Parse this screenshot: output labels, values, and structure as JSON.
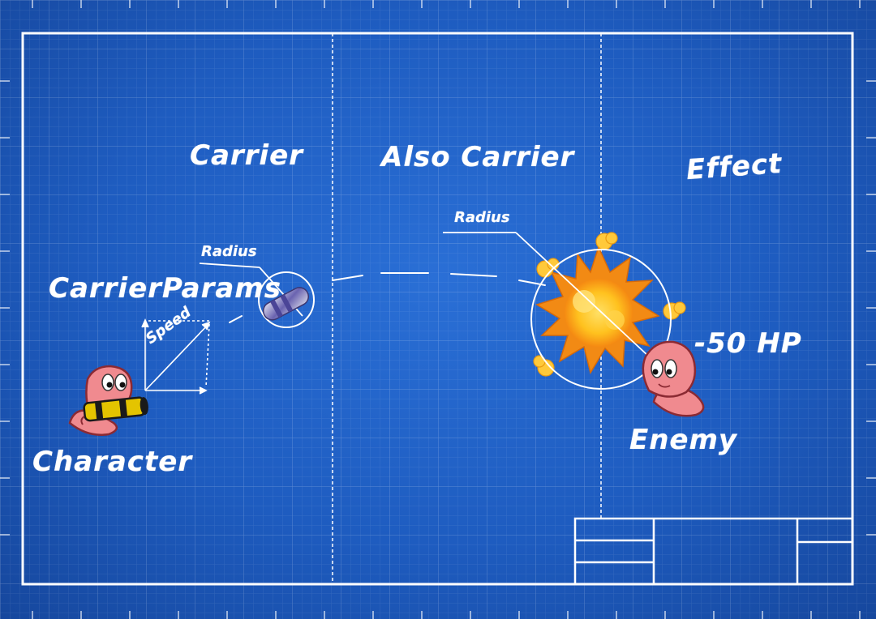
{
  "sections": {
    "carrier": "Carrier",
    "also_carrier": "Also Carrier",
    "effect": "Effect"
  },
  "labels": {
    "carrier_params": "CarrierParams",
    "radius_projectile": "Radius",
    "radius_explosion": "Radius",
    "speed": "Speed",
    "character": "Character",
    "enemy": "Enemy",
    "damage": "-50 HP"
  },
  "colors": {
    "blueprint": "#1f5fc4",
    "ink": "#ffffff",
    "worm": "#f08a8f",
    "explosion": "#f7a51b",
    "bazooka": "#e2c400"
  }
}
